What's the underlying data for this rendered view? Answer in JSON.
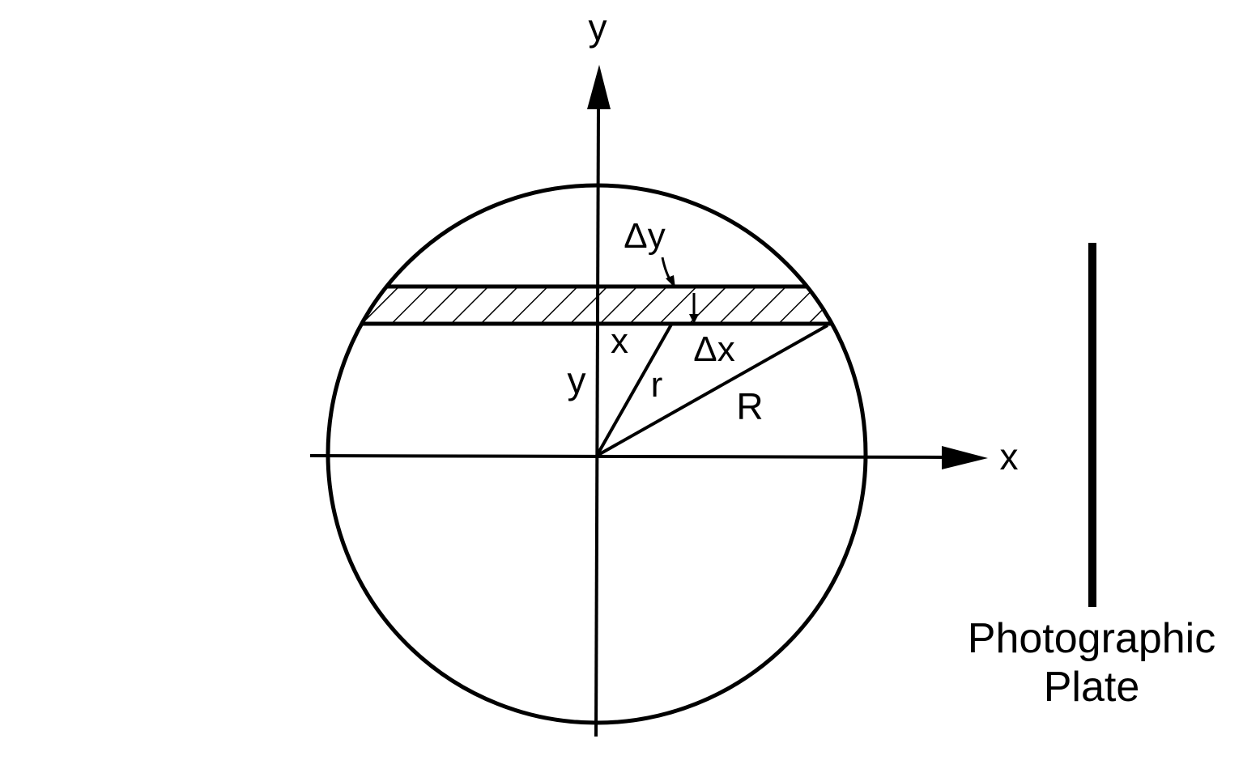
{
  "labels": {
    "y_axis": "y",
    "x_axis": "x",
    "delta_y": "Δy",
    "delta_x": "Δx",
    "x_coord": "x",
    "y_coord": "y",
    "r": "r",
    "R": "R",
    "plate_line1": "Photographic",
    "plate_line2": "Plate"
  },
  "colors": {
    "stroke": "#000000",
    "background": "#ffffff"
  }
}
